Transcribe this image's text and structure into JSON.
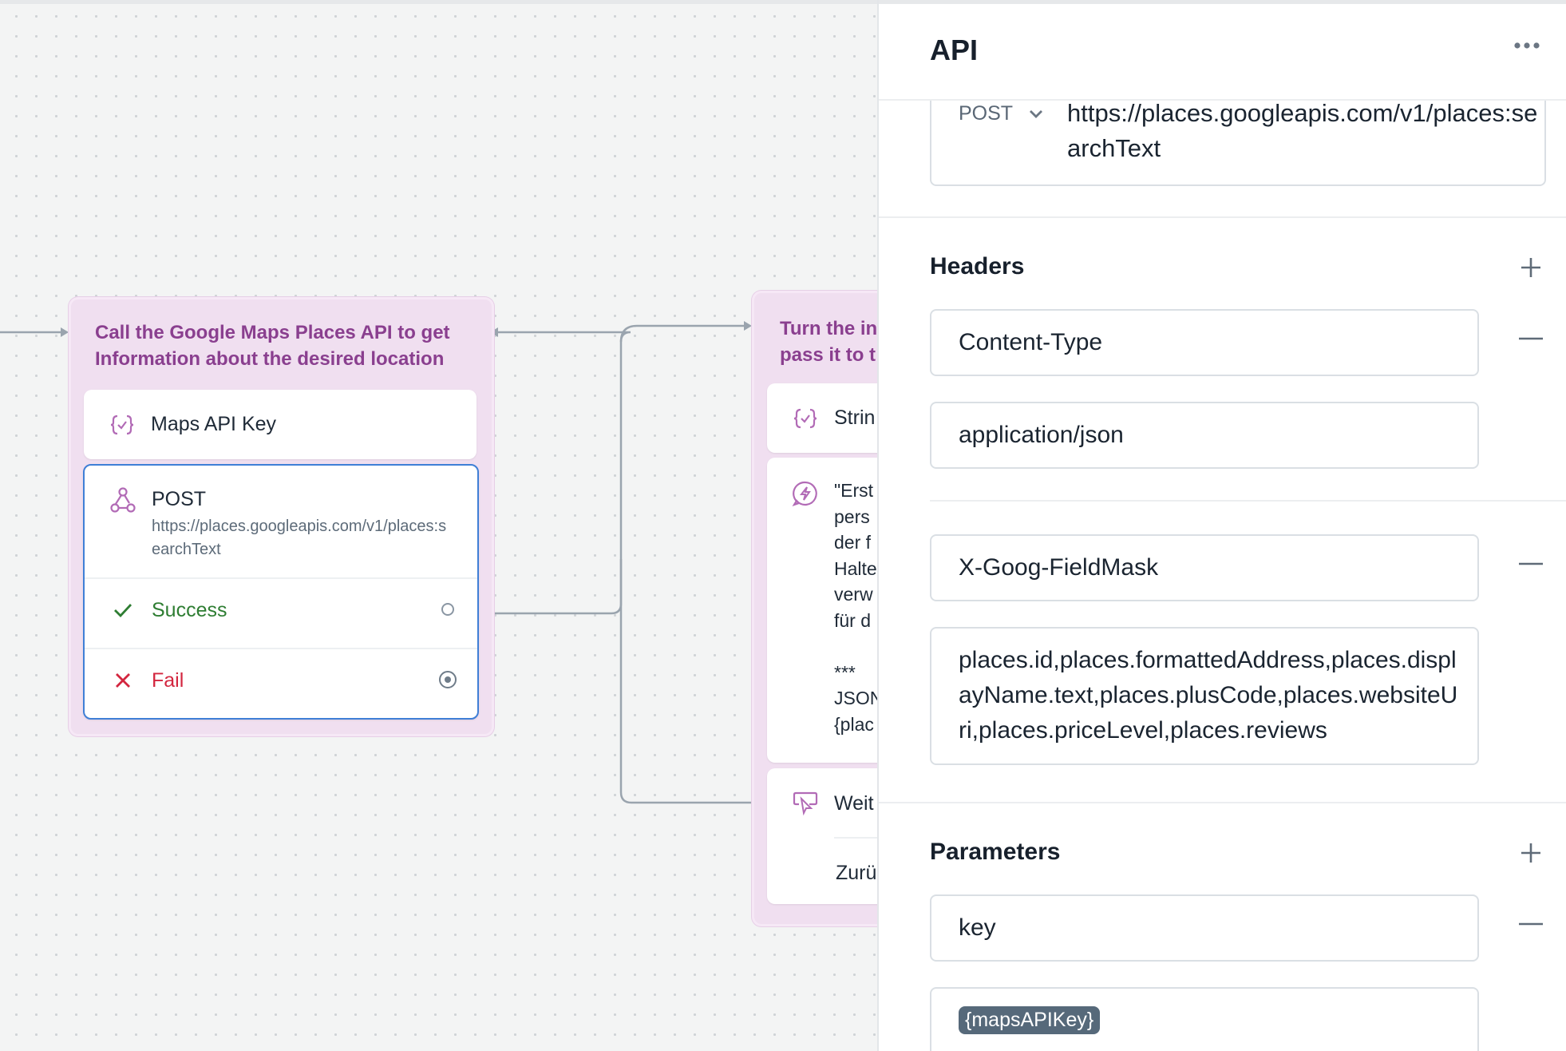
{
  "canvas": {
    "node1": {
      "title": "Call the Google Maps Places API to get Information about the desired location",
      "key_card_label": "Maps API Key",
      "request": {
        "method": "POST",
        "url": "https://places.googleapis.com/v1/places:searchText"
      },
      "success_label": "Success",
      "fail_label": "Fail"
    },
    "node2": {
      "title_line1": "Turn the in",
      "title_line2": "pass it to t",
      "string_label": "Strin",
      "prompt_lines": [
        "\"Erst",
        "pers",
        "der f",
        "Halte",
        "verw",
        "für d",
        "",
        "***",
        "JSON",
        "{plac"
      ],
      "weiter_label": "Weit",
      "zurueck_label": "Zurü"
    },
    "colors": {
      "node_bg": "#f0dff0",
      "node_title": "#8a3f8f",
      "success": "#2e7d32",
      "fail": "#d3263f",
      "selected_border": "#3f7fd6"
    }
  },
  "panel": {
    "title": "API",
    "more_icon": "more-horizontal-icon",
    "request": {
      "method": "POST",
      "url": "https://places.googleapis.com/v1/places:searchText"
    },
    "headers": {
      "label": "Headers",
      "items": [
        {
          "key": "Content-Type",
          "value": "application/json"
        },
        {
          "key": "X-Goog-FieldMask",
          "value": "places.id,places.formattedAddress,places.displayName.text,places.plusCode,places.websiteUri,places.priceLevel,places.reviews"
        }
      ]
    },
    "parameters": {
      "label": "Parameters",
      "items": [
        {
          "key": "key",
          "value": "{mapsAPIKey}"
        }
      ]
    }
  }
}
